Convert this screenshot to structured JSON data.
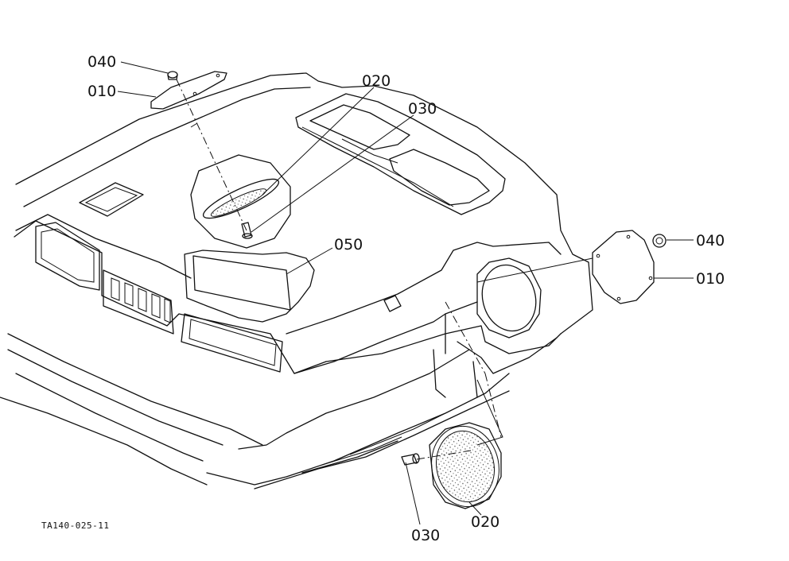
{
  "callouts": {
    "c040_top": "040",
    "c010_top": "010",
    "c020_top": "020",
    "c030_top": "030",
    "c050": "050",
    "c040_right": "040",
    "c010_right": "010",
    "c030_bottom": "030",
    "c020_bottom": "020"
  },
  "drawing_code": "TA140-025-11"
}
